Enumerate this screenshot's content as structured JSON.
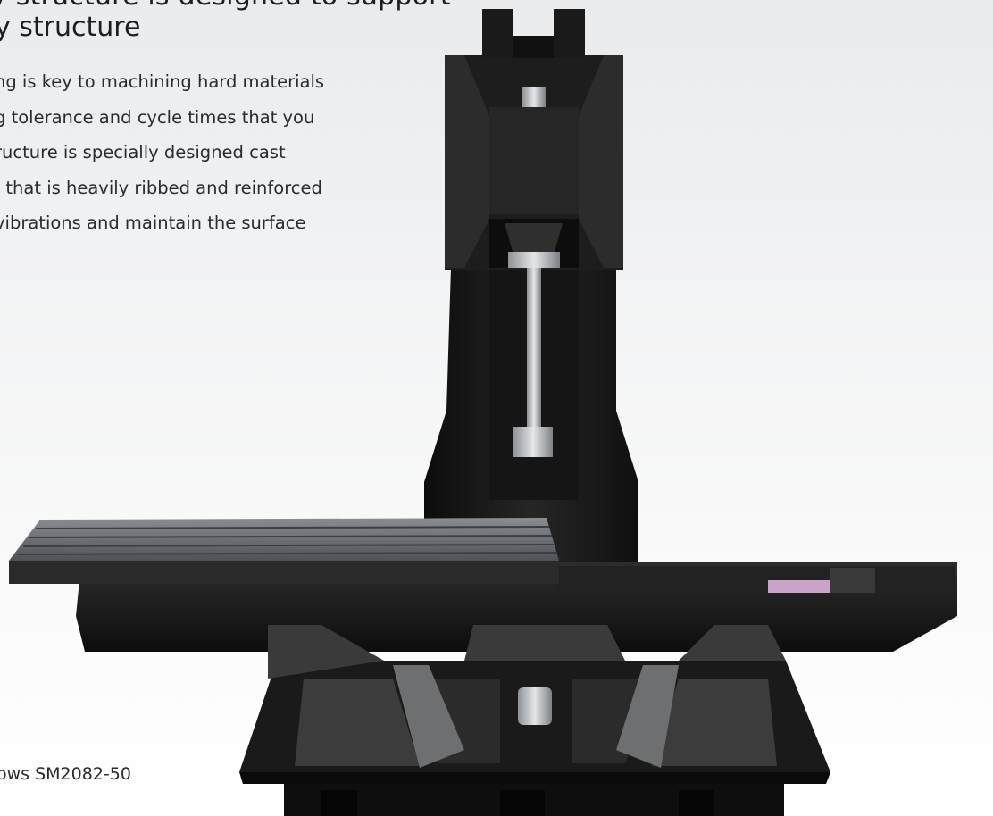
{
  "heading": {
    "cut_line": "y structure is designed to support",
    "title": "y structure"
  },
  "paragraph": {
    "lines": [
      "ng is key to machining hard materials",
      "g tolerance and cycle times that you",
      "ructure is specially designed cast",
      ". that is heavily ribbed and reinforced",
      "vibrations and maintain the surface"
    ]
  },
  "caption": {
    "text": "ows SM2082-50"
  },
  "image": {
    "subject": "machining-center-base-structure",
    "colors": {
      "body": "#1a1a1a",
      "body_light": "#2e2e2e",
      "table_top": "#6b6e72",
      "steel": "#bfc3c7",
      "gradient_top": "#e9ebed",
      "gradient_bottom": "#ffffff"
    }
  }
}
